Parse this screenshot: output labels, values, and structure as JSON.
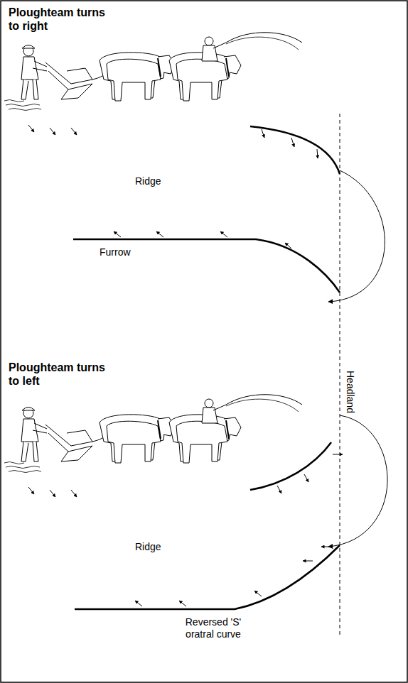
{
  "diagram": {
    "labels": [
      "Ploughteam turns to right",
      "Ridge",
      "Furrow",
      "Headland",
      "Ploughteam turns to left",
      "Ridge",
      "Reversed 'S' oratral curve"
    ]
  }
}
